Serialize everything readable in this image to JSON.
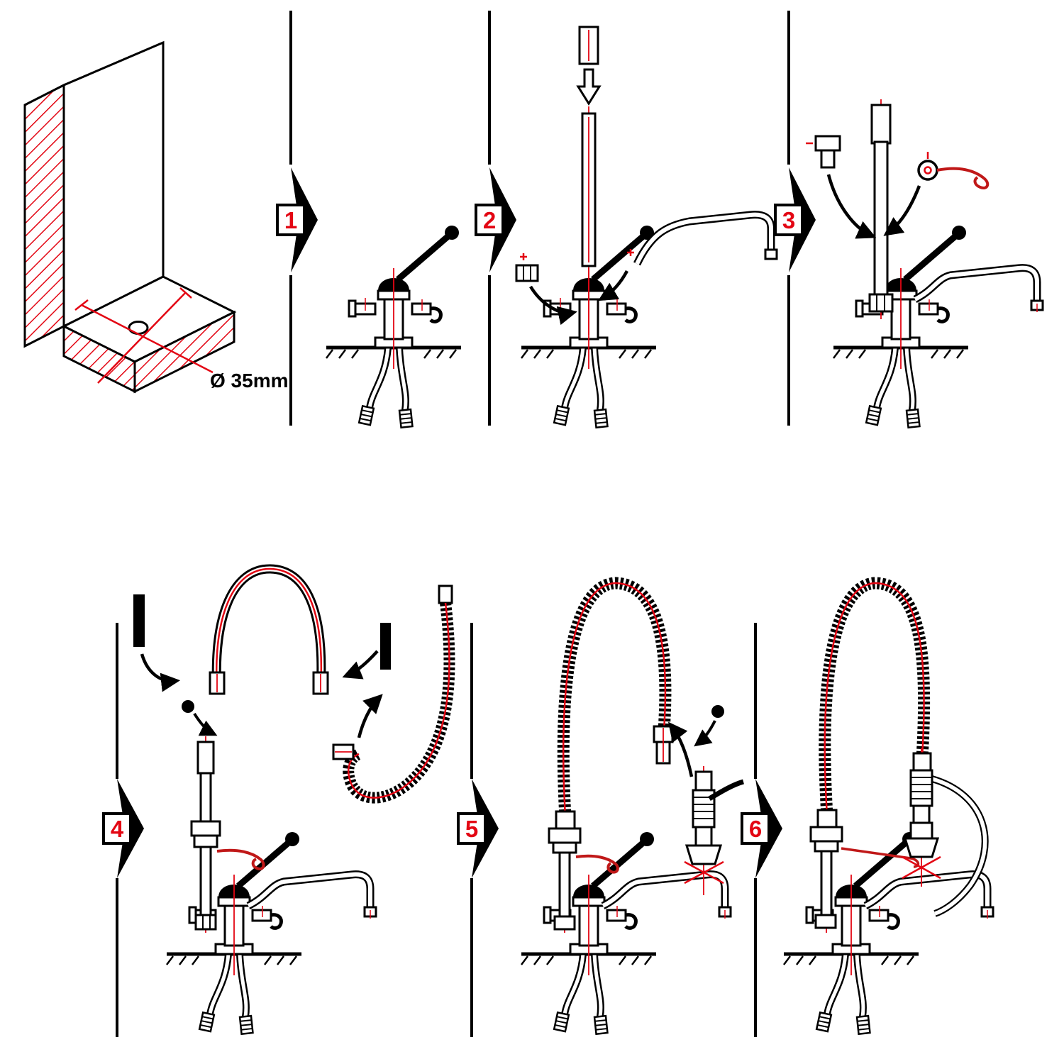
{
  "diagram": {
    "hole_label": "Ø 35mm",
    "steps": [
      {
        "number": "1"
      },
      {
        "number": "2"
      },
      {
        "number": "3"
      },
      {
        "number": "4"
      },
      {
        "number": "5"
      },
      {
        "number": "6"
      }
    ],
    "colors": {
      "accent_red": "#e30613",
      "hook_red": "#c01818",
      "line_black": "#000000",
      "background": "#ffffff"
    }
  }
}
